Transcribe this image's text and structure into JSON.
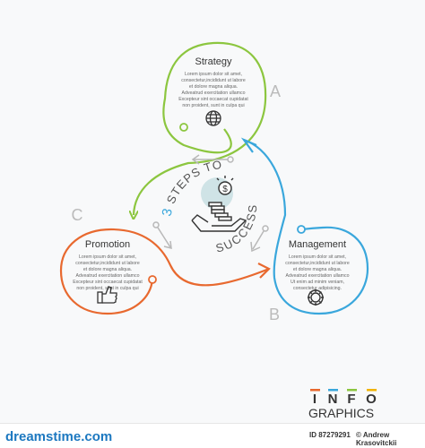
{
  "colors": {
    "green": "#8cc63f",
    "blue": "#3aa7dc",
    "orange": "#e8692f",
    "gray": "#b8b8b8",
    "text_dark": "#333333",
    "text_body": "#666666"
  },
  "stages": {
    "strategy": {
      "title": "Strategy",
      "letter": "A",
      "body": [
        "Lorem ipsum dolor sit amet,",
        "consectetur,incididunt ut labore",
        "et dolore magna aliqua.",
        "Adveatrud exercitation ullamco",
        "Excepteur sint occaecat cupidatat",
        "non proident, sunt in culpa qui"
      ],
      "icon": "globe-icon"
    },
    "management": {
      "title": "Management",
      "letter": "B",
      "body": [
        "Lorem ipsum dolor sit amet,",
        "consectetur,incididunt ut labore",
        "et dolore magna aliqua.",
        "Adveatrud exercitation ullamco",
        "Ut enim ad minim veniam,",
        "consectetur adipisicing."
      ],
      "icon": "gear-icon"
    },
    "promotion": {
      "title": "Promotion",
      "letter": "C",
      "body": [
        "Lorem ipsum dolor sit amet,",
        "consectetur,incididunt ut labore",
        "et dolore magna aliqua.",
        "Adveatrud exercitation ullamco",
        "Excepteur sint occaecat cupidatat",
        "non proident, sunt in culpa qui"
      ],
      "icon": "thumbs-up-icon"
    }
  },
  "center": {
    "number": "3",
    "steps": "STEPS TO",
    "success": "SUCCESS",
    "icon": "money-hand-icon"
  },
  "brand": {
    "info_letters": [
      "I",
      "N",
      "F",
      "O"
    ],
    "graphics": "GRAPHICS"
  },
  "footer": {
    "logo_main": "dreamstime",
    "logo_suffix": ".com",
    "id_label": "ID 87279291",
    "copyright": "©",
    "author": "Andrew Krasovitckii"
  }
}
